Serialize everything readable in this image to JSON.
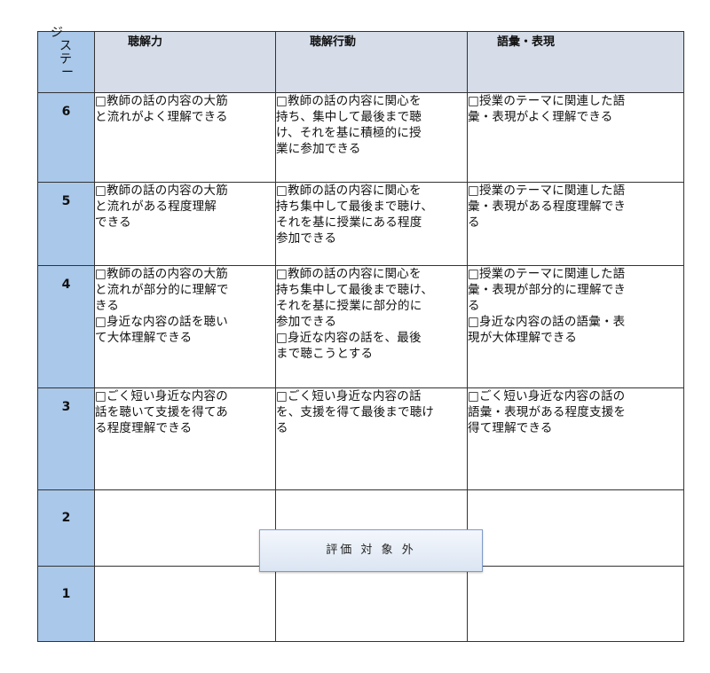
{
  "header": {
    "stage_label_chars": [
      "ジ",
      "ス",
      "テ",
      "ー"
    ],
    "columns": [
      "聴解力",
      "聴解行動",
      "語彙・表現"
    ]
  },
  "rows": [
    {
      "stage": "6",
      "cells": [
        "□教師の話の内容の大筋\nと流れがよく理解できる",
        "□教師の話の内容に関心を\n持ち、集中して最後まで聴\nけ、それを基に積極的に授\n業に参加できる",
        "□授業のテーマに関連した語\n彙・表現がよく理解できる"
      ]
    },
    {
      "stage": "5",
      "cells": [
        "□教師の話の内容の大筋\nと流れがある程度理解\nできる",
        "□教師の話の内容に関心を\n持ち集中して最後まで聴け、\nそれを基に授業にある程度\n参加できる",
        "□授業のテーマに関連した語\n彙・表現がある程度理解でき\nる"
      ]
    },
    {
      "stage": "4",
      "cells": [
        "□教師の話の内容の大筋\nと流れが部分的に理解で\nきる\n□身近な内容の話を聴い\nて大体理解できる",
        "□教師の話の内容に関心を\n持ち集中して最後まで聴け、\nそれを基に授業に部分的に\n参加できる\n□身近な内容の話を、最後\nまで聴こうとする",
        "□授業のテーマに関連した語\n彙・表現が部分的に理解でき\nる\n□身近な内容の話の語彙・表\n現が大体理解できる"
      ]
    },
    {
      "stage": "3",
      "cells": [
        "□ごく短い身近な内容の\n話を聴いて支援を得てあ\nる程度理解できる",
        "□ごく短い身近な内容の話\nを、支援を得て最後まで聴け\nる",
        "□ごく短い身近な内容の話の\n語彙・表現がある程度支援を\n得て理解できる"
      ]
    },
    {
      "stage": "2",
      "cells": [
        "",
        "",
        ""
      ]
    },
    {
      "stage": "1",
      "cells": [
        "",
        "",
        ""
      ]
    }
  ],
  "overlay": {
    "label": "評価 対 象 外"
  }
}
